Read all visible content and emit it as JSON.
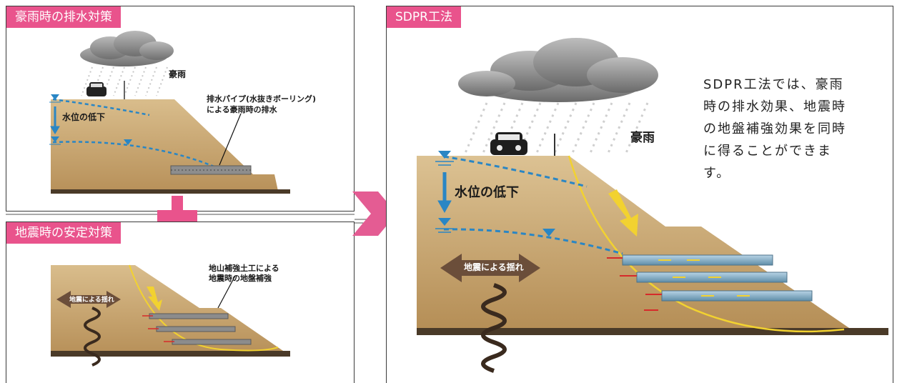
{
  "colors": {
    "accent": "#e9538c",
    "arrow": "#e45c93",
    "water": "#2a86c4",
    "soil": "#c9a874",
    "slip": "#f2d230",
    "force": "#d62a2a"
  },
  "panel_rain": {
    "title": "豪雨時の排水対策",
    "label_rain": "豪雨",
    "label_drain_line1": "排水パイプ(水抜きボーリング)",
    "label_drain_line2": "による豪雨時の排水",
    "label_water_drop": "水位の低下"
  },
  "panel_quake": {
    "title": "地震時の安定対策",
    "label_reinforce_line1": "地山補強土工による",
    "label_reinforce_line2": "地震時の地盤補強",
    "label_shaking": "地震による揺れ"
  },
  "panel_sdpr": {
    "title": "SDPR工法",
    "label_rain": "豪雨",
    "label_water_drop": "水位の低下",
    "label_shaking": "地震による揺れ",
    "description": "SDPR工法では、豪雨時の排水効果、地震時の地盤補強効果を同時に得ることができます。"
  },
  "icons": {
    "plus": "plus-icon",
    "arrow": "arrow-right-icon"
  }
}
